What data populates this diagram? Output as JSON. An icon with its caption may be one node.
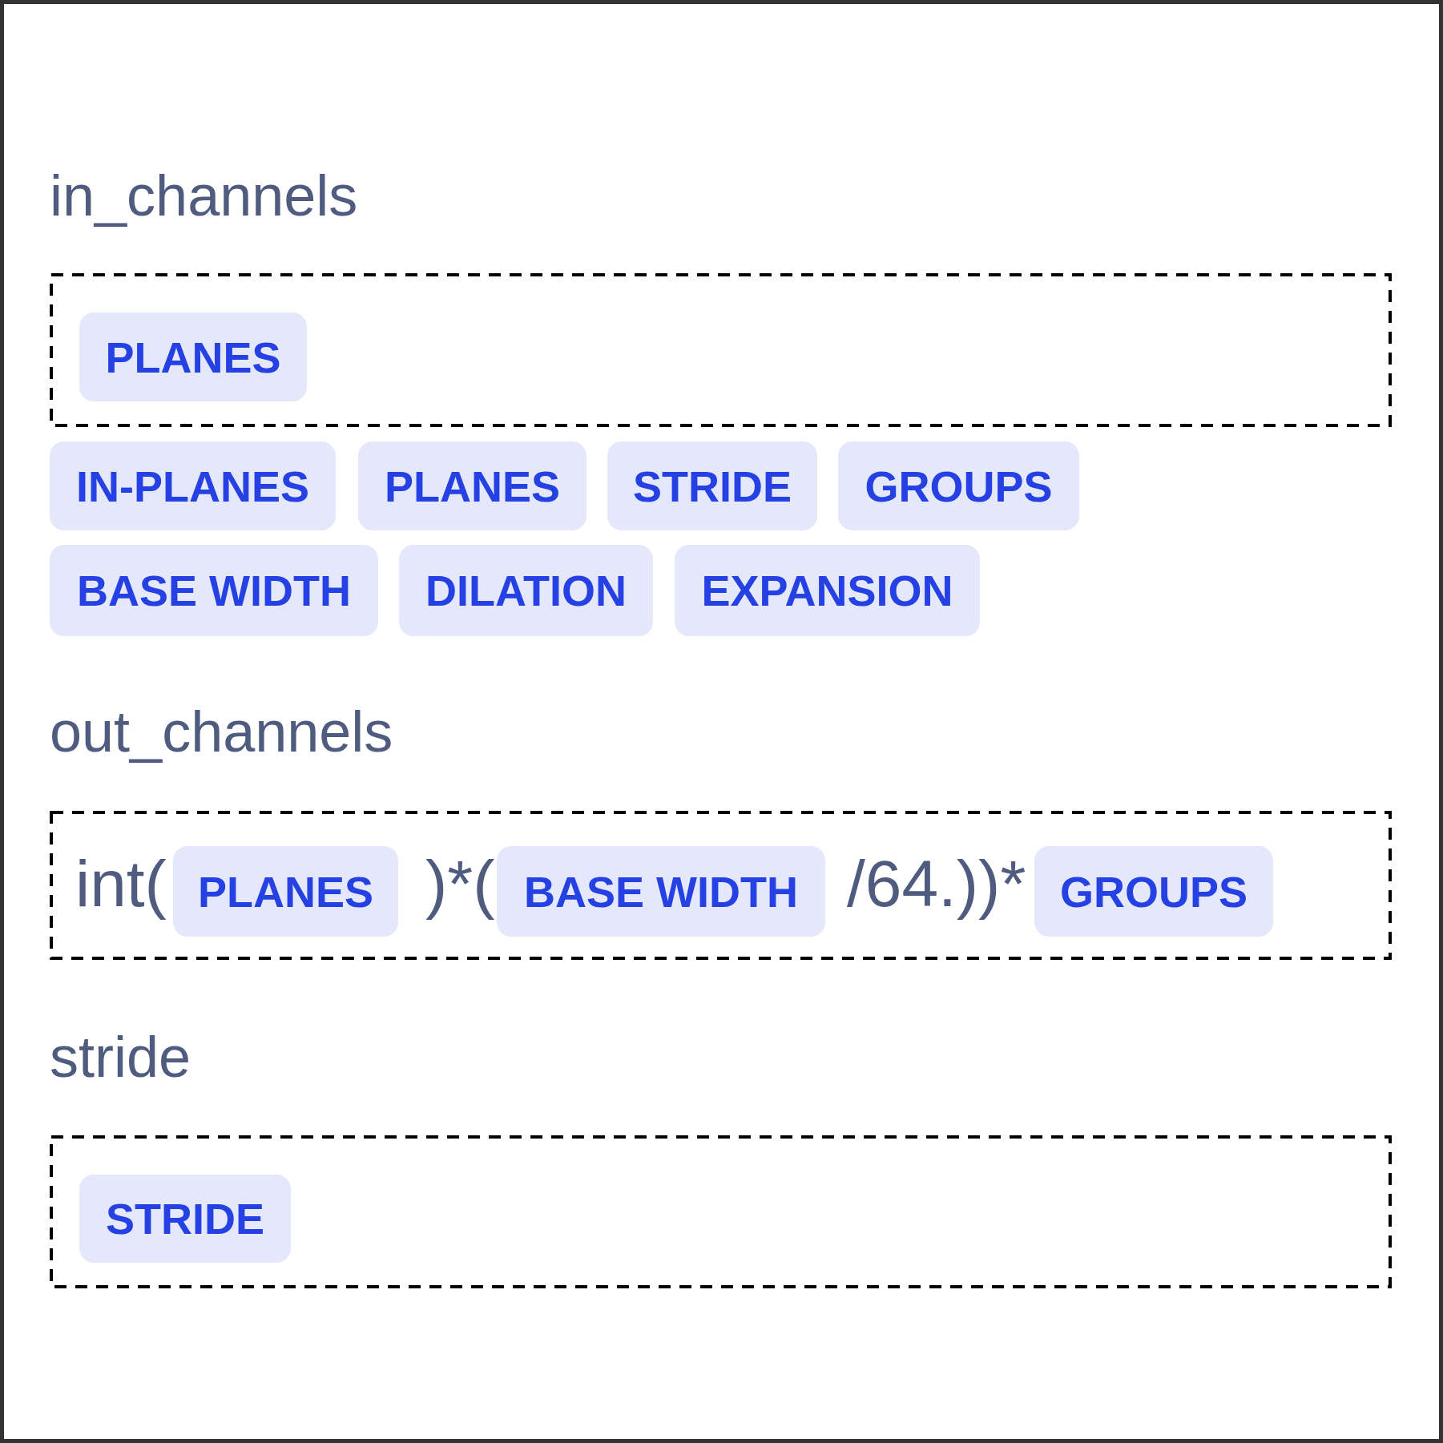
{
  "diagram": {
    "nodes": [
      {
        "text": [
          "in_channels"
        ]
      },
      {
        "text": [
          "PLANES"
        ],
        "in": 0
      },
      {
        "text": [
          "IN-PLANES"
        ]
      },
      {
        "text": [
          "PLANES"
        ]
      },
      {
        "text": [
          "STRIDE"
        ]
      },
      {
        "text": [
          "GROUPS"
        ]
      },
      {
        "text": [
          "BASE WIDTH"
        ]
      },
      {
        "text": [
          "DILATION"
        ]
      },
      {
        "text": [
          "EXPANSION"
        ]
      },
      {
        "text": [
          "out_channels",
          "int(",
          ")*(",
          "/64.))*"
        ]
      },
      {
        "text": [
          "PLANES"
        ],
        "in": 9
      },
      {
        "text": [
          "BASE WIDTH"
        ],
        "in": 9
      },
      {
        "text": [
          "GROUPS"
        ],
        "in": 9
      },
      {
        "text": [
          "stride"
        ]
      },
      {
        "text": [
          "STRIDE"
        ],
        "in": 13
      }
    ]
  }
}
